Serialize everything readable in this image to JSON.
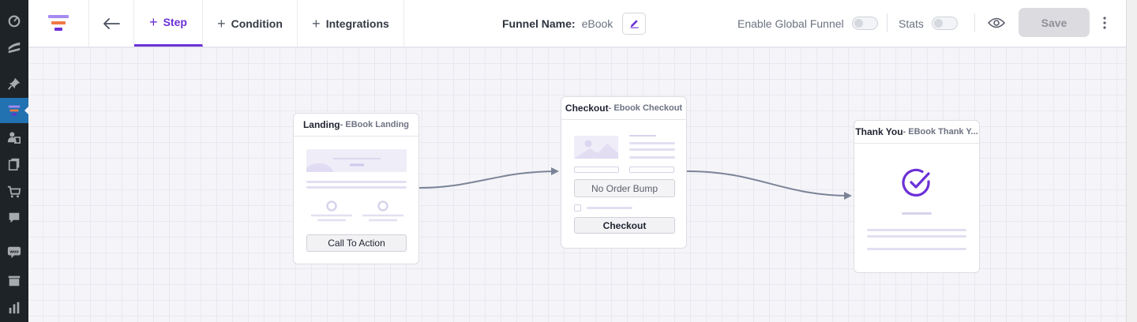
{
  "sidebar": {
    "items": [
      {
        "icon": "dashboard-icon"
      },
      {
        "icon": "posts-icon"
      },
      {
        "icon": "pin-icon"
      },
      {
        "icon": "funnel-menu-icon",
        "active": true
      },
      {
        "icon": "users-icon"
      },
      {
        "icon": "pages-icon"
      },
      {
        "icon": "cart-icon"
      },
      {
        "icon": "comments-icon"
      },
      {
        "icon": "woo-icon"
      },
      {
        "icon": "archive-icon"
      },
      {
        "icon": "analytics-icon"
      }
    ]
  },
  "header": {
    "tabs": [
      {
        "label": "Step",
        "active": true
      },
      {
        "label": "Condition",
        "active": false
      },
      {
        "label": "Integrations",
        "active": false
      }
    ],
    "funnel_name_label": "Funnel Name:",
    "funnel_name_value": "eBook",
    "enable_global_label": "Enable Global Funnel",
    "stats_label": "Stats",
    "save_label": "Save"
  },
  "steps": [
    {
      "title": "Landing",
      "subtitle": " - EBook Landing",
      "button_label": "Call To Action"
    },
    {
      "title": "Checkout",
      "subtitle": " - Ebook Checkout",
      "order_bump_label": "No Order Bump",
      "button_label": "Checkout"
    },
    {
      "title": "Thank You",
      "subtitle": " - EBook Thank Y..."
    }
  ],
  "colors": {
    "accent": "#6b30d6",
    "wp_sidebar": "#1d2327",
    "wp_active": "#2271b1"
  }
}
